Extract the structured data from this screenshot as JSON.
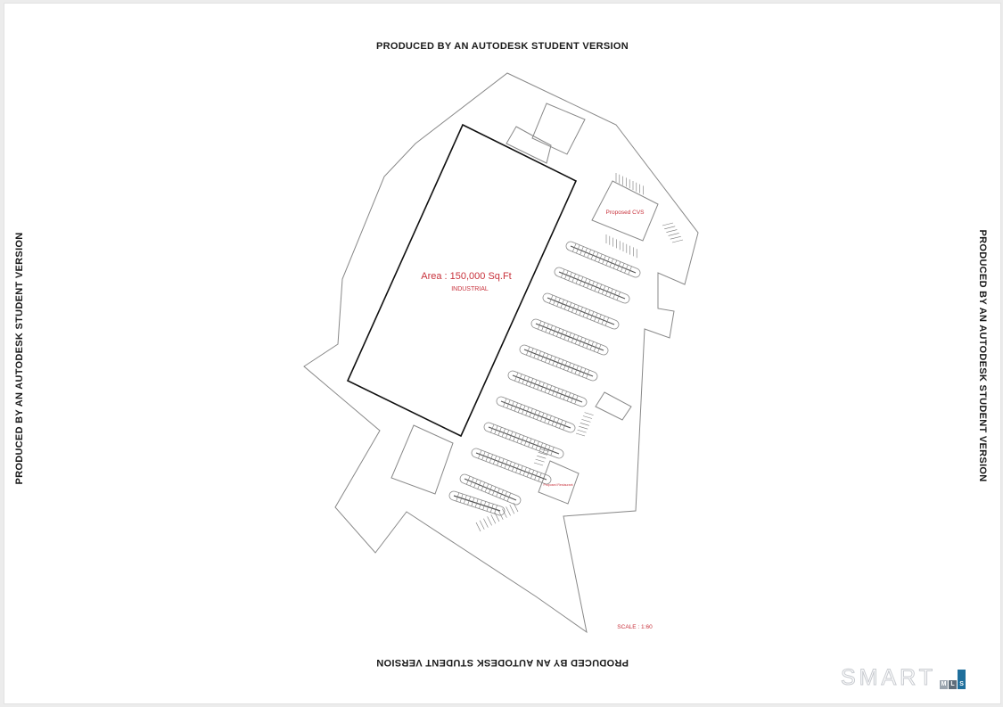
{
  "watermark": {
    "top": "PRODUCED BY AN AUTODESK STUDENT VERSION",
    "bottom": "PRODUCED BY AN AUTODESK STUDENT VERSION",
    "left": "PRODUCED BY AN AUTODESK STUDENT VERSION",
    "right": "PRODUCED BY AN AUTODESK STUDENT VERSION"
  },
  "plan": {
    "area_label": "Area : 150,000 Sq.Ft",
    "use_label": "INDUSTRIAL",
    "cvs_label": "Proposed CVS",
    "small_building_label": "Proposed Restaurant",
    "scale_label": "SCALE : 1:60",
    "label_color": "#c8323c",
    "line_color": "#888888",
    "building_outline_color": "#111111"
  },
  "logo": {
    "text": "SMART",
    "boxes": [
      "M",
      "L",
      "S"
    ]
  }
}
